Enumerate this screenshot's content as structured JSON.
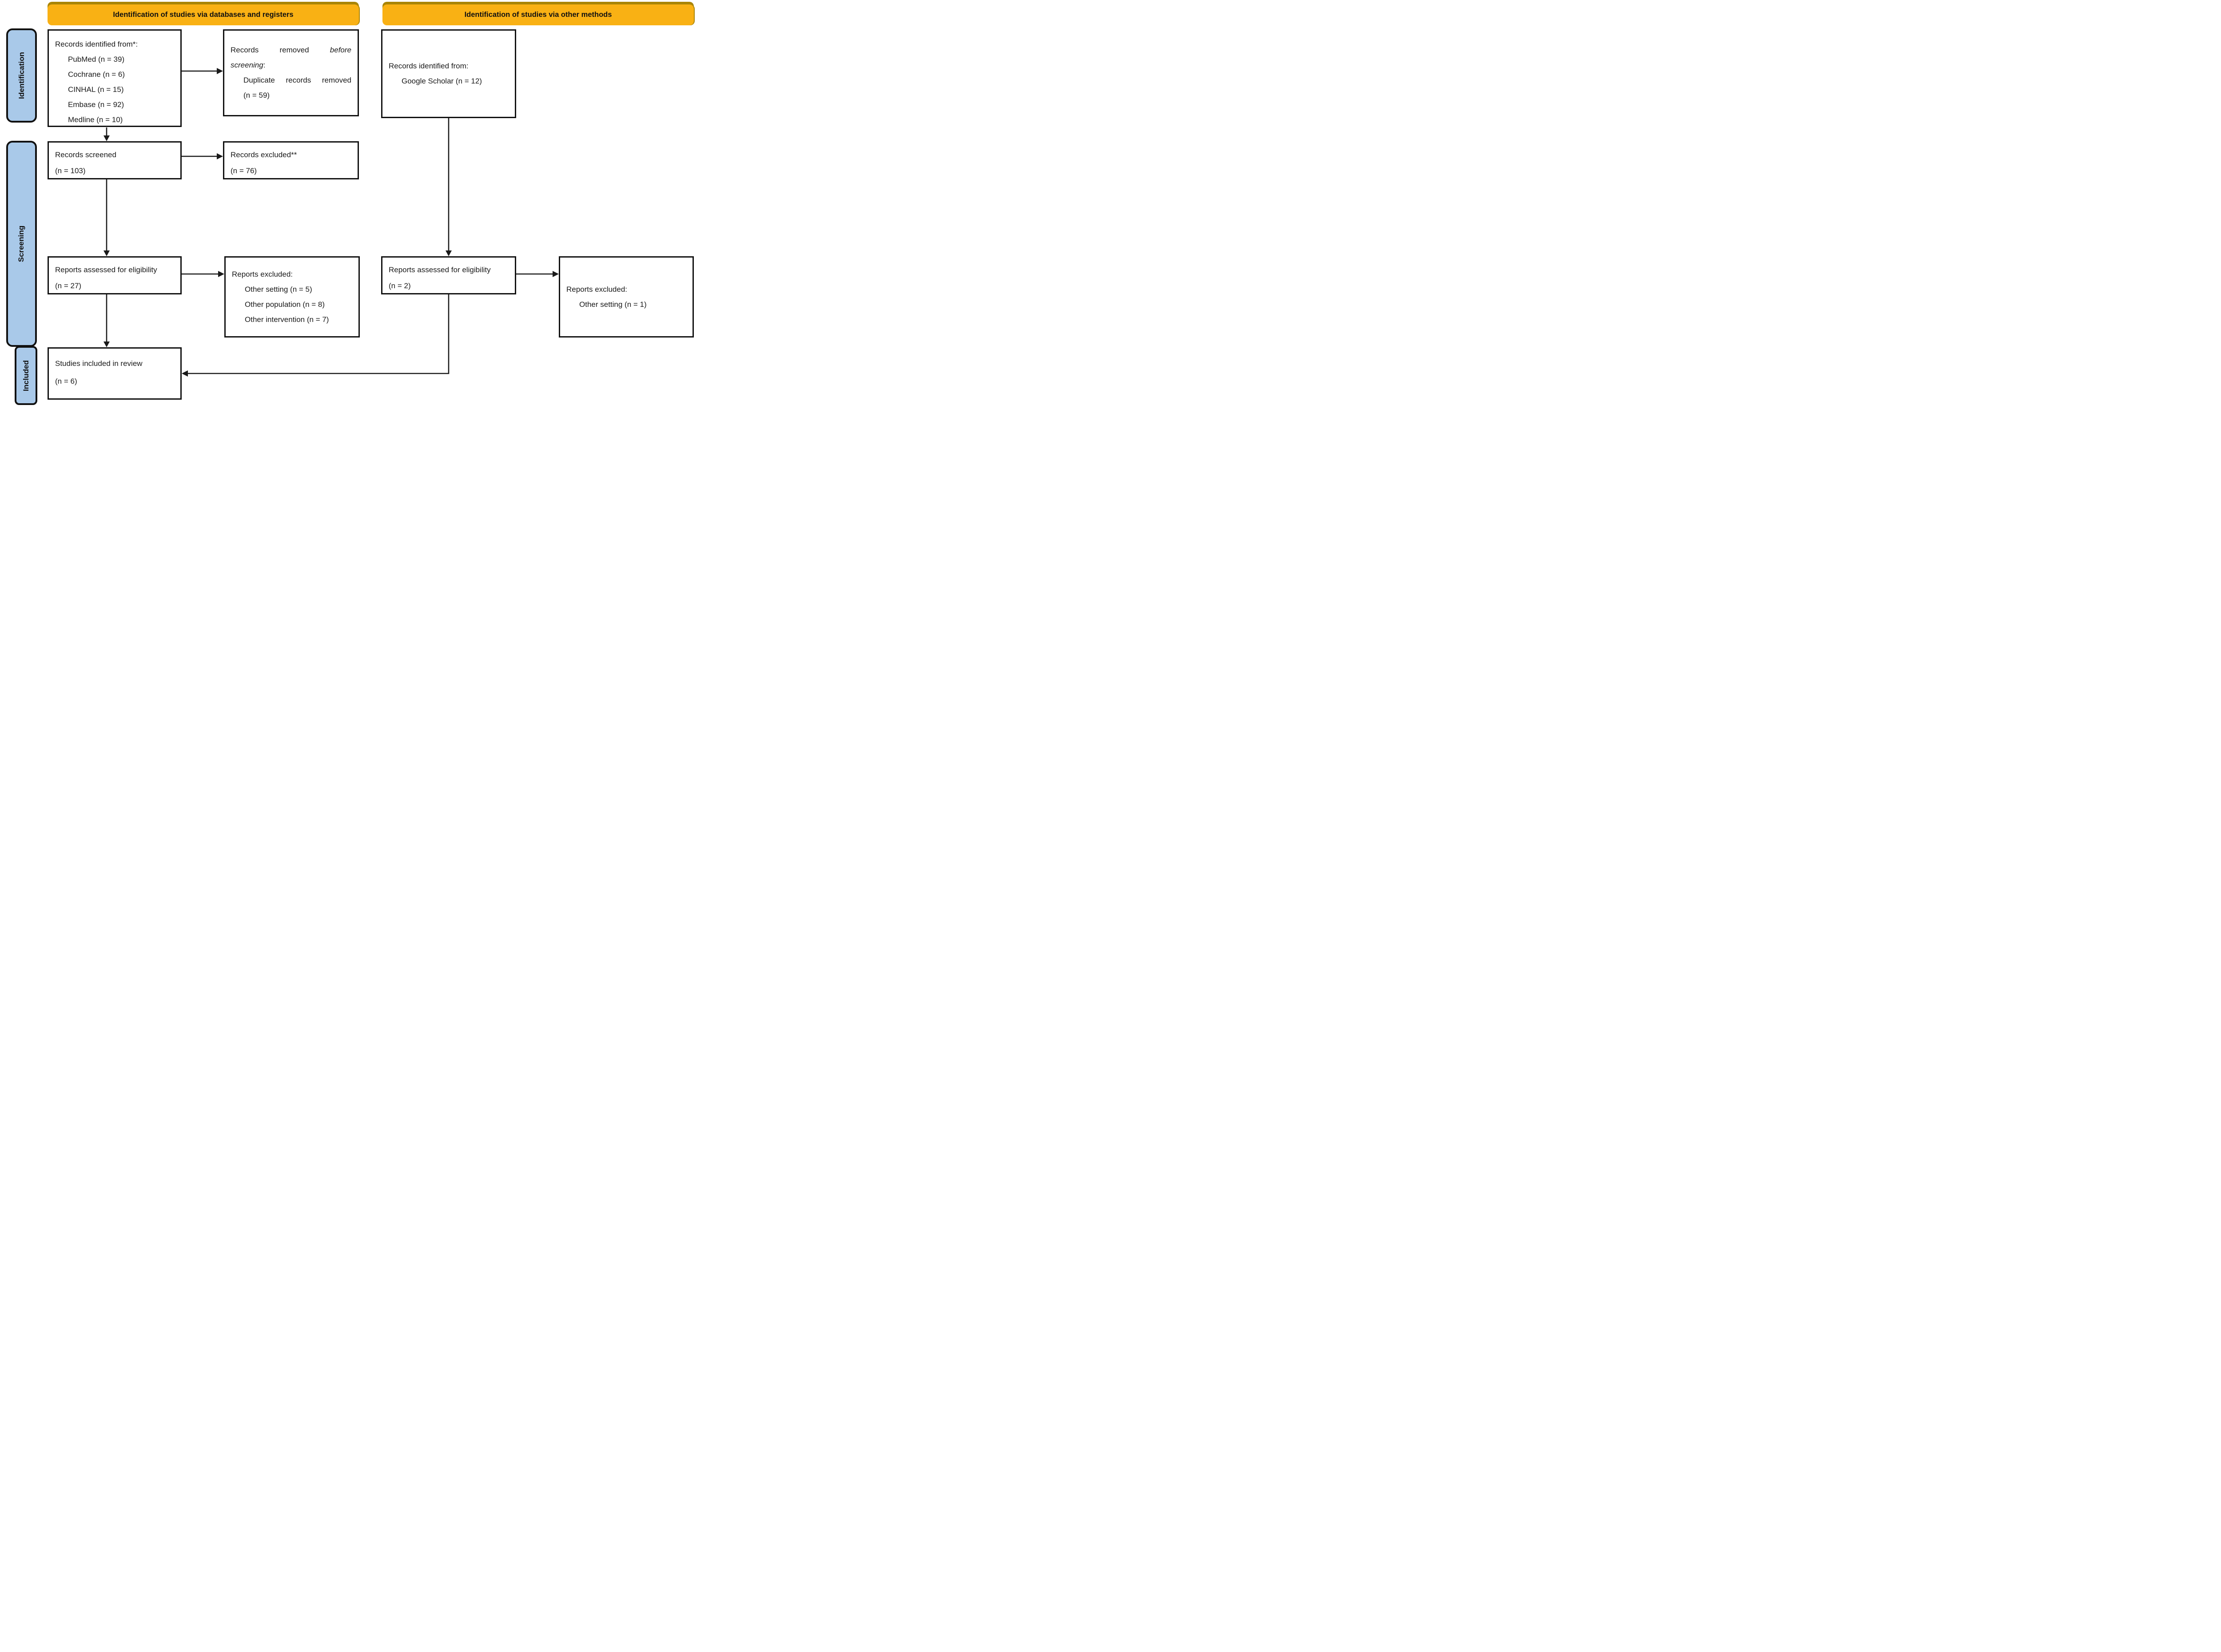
{
  "palette": {
    "banner_bg": "#F9B114",
    "banner_shadow": "#A98507",
    "stage_bg": "#A9C9E9",
    "line_color": "#1A1A1A"
  },
  "banners": {
    "databases": "Identification of studies via databases and registers",
    "other": "Identification of studies via other methods"
  },
  "stages": {
    "identification": "Identification",
    "screening": "Screening",
    "included": "Included"
  },
  "boxes": {
    "records_identified": {
      "title": "Records identified from*:",
      "items": {
        "0": "PubMed (n = 39)",
        "1": "Cochrane (n = 6)",
        "2": "CINHAL (n = 15)",
        "3": "Embase (n = 92)",
        "4": "Medline (n = 10)"
      }
    },
    "records_removed": {
      "line1_words": {
        "0": "Records",
        "1": "removed",
        "2": "before"
      },
      "line2_italic": "screening",
      "line2_suffix": ":",
      "line3_words": {
        "0": "Duplicate",
        "1": "records",
        "2": "removed"
      },
      "line4": "(n = 59)"
    },
    "records_identified_other": {
      "title": "Records identified from:",
      "items": {
        "0": "Google Scholar (n = 12)"
      }
    },
    "records_screened": {
      "line1": "Records screened",
      "line2": "(n = 103)"
    },
    "records_excluded": {
      "line1": "Records excluded**",
      "line2": "(n = 76)"
    },
    "reports_assessed_db": {
      "line1": "Reports assessed for eligibility",
      "line2": "(n = 27)"
    },
    "reports_excluded_db": {
      "title": "Reports excluded:",
      "items": {
        "0": "Other setting (n = 5)",
        "1": "Other population (n = 8)",
        "2": "Other intervention (n = 7)"
      }
    },
    "reports_assessed_other": {
      "line1": "Reports assessed for eligibility",
      "line2": "(n = 2)"
    },
    "reports_excluded_other": {
      "title": "Reports excluded:",
      "items": {
        "0": "Other setting (n = 1)"
      }
    },
    "studies_included": {
      "line1": "Studies included in review",
      "line2": "(n = 6)"
    }
  }
}
